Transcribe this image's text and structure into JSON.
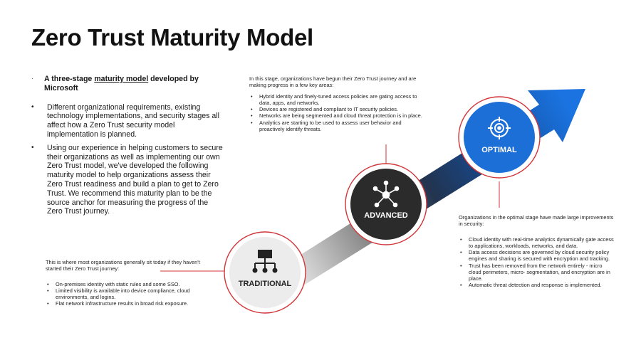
{
  "slide": {
    "title": "Zero Trust Maturity Model"
  },
  "left": {
    "heading_pre": "A three-stage ",
    "heading_link": "maturity model",
    "heading_post": " developed by Microsoft",
    "bullets": [
      "Different organizational requirements, existing technology implementations, and security stages all affect how a Zero Trust security model implementation is planned.",
      "Using our experience in helping customers to secure their organizations as well as implementing our own Zero Trust model, we've developed the following maturity model to help organizations assess their Zero Trust readiness and build a plan to get to Zero Trust. We recommend this maturity plan to be the source anchor for measuring the progress of the Zero Trust journey."
    ]
  },
  "stages": {
    "traditional": {
      "label": "TRADITIONAL",
      "icon": "hierarchy-icon",
      "intro": "This is where most organizations generally sit today if they haven't started their Zero Trust journey:",
      "bullets": [
        "On-premises identity with static rules and some SSO.",
        "Limited visibility is available into device compliance, cloud environments, and logins.",
        "Flat network infrastructure results in broad risk exposure."
      ]
    },
    "advanced": {
      "label": "ADVANCED",
      "icon": "network-hub-icon",
      "intro": "In this stage, organizations have begun their Zero Trust journey and are making progress in a few key areas:",
      "bullets": [
        "Hybrid identity and finely-tuned access policies are gating access to data, apps, and networks.",
        "Devices are registered and compliant to IT security policies.",
        "Networks are being segmented and cloud threat protection is in place.",
        "Analytics are starting to be used to assess user behavior and proactively identify threats."
      ]
    },
    "optimal": {
      "label": "OPTIMAL",
      "icon": "target-crosshair-icon",
      "intro": "Organizations in the optimal stage have made large improvements in security:",
      "bullets": [
        "Cloud identity with real-time analytics dynamically gate access to applications, workloads, networks, and data.",
        "Data access decisions are governed by cloud security policy engines and sharing is secured with encryption and tracking.",
        "Trust has been removed from the network entirely - micro cloud perimeters, micro- segmentation, and encryption are in place.",
        "Automatic threat detection and response is implemented."
      ]
    }
  },
  "colors": {
    "accent_red": "#d13438",
    "optimal_blue": "#1d6fd8",
    "advanced_dark": "#2b2b2b",
    "traditional_gray": "#ececec",
    "arrow_blue": "#1a73e0"
  }
}
